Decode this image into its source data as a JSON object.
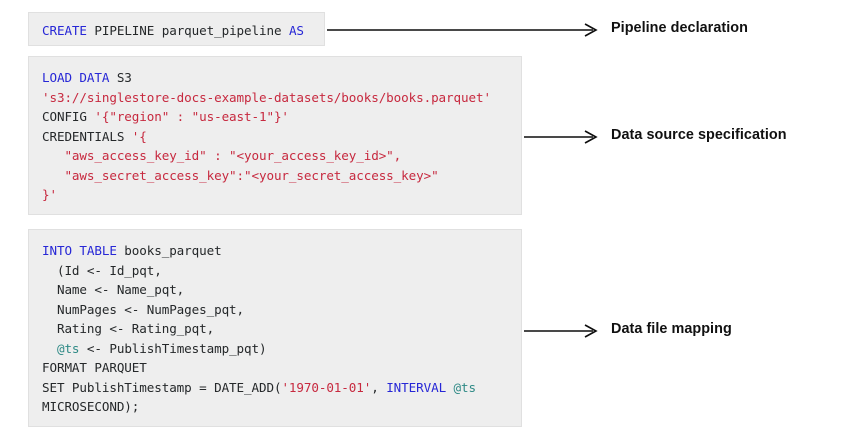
{
  "diagram": {
    "title": "SingleStore CREATE PIPELINE parquet example",
    "colors": {
      "block_background": "#eeeeee",
      "block_border": "#e0e0e0",
      "keyword": "#2727d6",
      "string": "#c7293f",
      "variable": "#2f8a86",
      "plain": "#25282a",
      "arrow": "#0d0d0d",
      "label": "#111111"
    }
  },
  "blocks": {
    "declaration": {
      "name": "pipeline-declaration-block",
      "lines": [
        [
          {
            "t": "CREATE",
            "c": "kw"
          },
          {
            "t": " PIPELINE parquet_pipeline ",
            "c": "pln"
          },
          {
            "t": "AS",
            "c": "kw"
          }
        ]
      ]
    },
    "source": {
      "name": "data-source-block",
      "lines": [
        [
          {
            "t": "LOAD DATA",
            "c": "kw"
          },
          {
            "t": " S3",
            "c": "pln"
          }
        ],
        [
          {
            "t": "'s3://singlestore-docs-example-datasets/books/books.parquet'",
            "c": "str"
          }
        ],
        [
          {
            "t": "CONFIG ",
            "c": "pln"
          },
          {
            "t": "'{\"region\" : \"us-east-1\"}'",
            "c": "str"
          }
        ],
        [
          {
            "t": "CREDENTIALS ",
            "c": "pln"
          },
          {
            "t": "'{",
            "c": "str"
          }
        ],
        [
          {
            "t": "   \"aws_access_key_id\" : \"<your_access_key_id>\",",
            "c": "str"
          }
        ],
        [
          {
            "t": "   \"aws_secret_access_key\":\"<your_secret_access_key>\"",
            "c": "str"
          }
        ],
        [
          {
            "t": "}'",
            "c": "str"
          }
        ]
      ]
    },
    "mapping": {
      "name": "data-file-mapping-block",
      "lines": [
        [
          {
            "t": "INTO TABLE",
            "c": "kw"
          },
          {
            "t": " books_parquet",
            "c": "pln"
          }
        ],
        [
          {
            "t": "  (Id <- Id_pqt,",
            "c": "pln"
          }
        ],
        [
          {
            "t": "  Name <- Name_pqt,",
            "c": "pln"
          }
        ],
        [
          {
            "t": "  NumPages <- NumPages_pqt,",
            "c": "pln"
          }
        ],
        [
          {
            "t": "  Rating <- Rating_pqt,",
            "c": "pln"
          }
        ],
        [
          {
            "t": "  ",
            "c": "pln"
          },
          {
            "t": "@ts",
            "c": "var"
          },
          {
            "t": " <- PublishTimestamp_pqt)",
            "c": "pln"
          }
        ],
        [
          {
            "t": "FORMAT PARQUET",
            "c": "pln"
          }
        ],
        [
          {
            "t": "SET PublishTimestamp = DATE_ADD(",
            "c": "pln"
          },
          {
            "t": "'1970-01-01'",
            "c": "str"
          },
          {
            "t": ", ",
            "c": "pln"
          },
          {
            "t": "INTERVAL",
            "c": "kw"
          },
          {
            "t": " ",
            "c": "pln"
          },
          {
            "t": "@ts",
            "c": "var"
          }
        ],
        [
          {
            "t": "MICROSECOND);",
            "c": "pln"
          }
        ]
      ]
    }
  },
  "annotations": {
    "declaration": "Pipeline declaration",
    "source": "Data source specification",
    "mapping": "Data file mapping"
  }
}
